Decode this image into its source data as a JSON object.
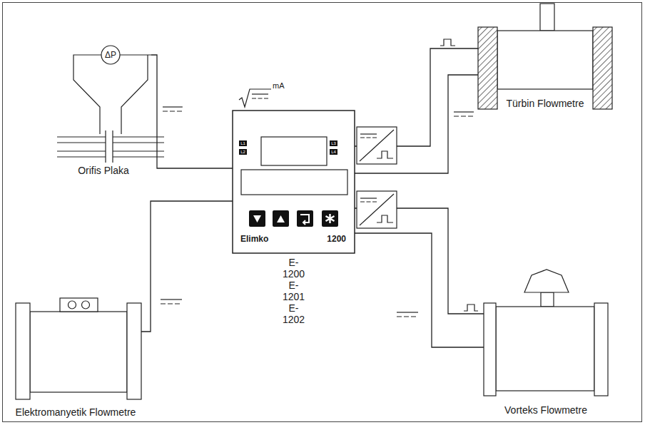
{
  "diagram": {
    "nodes": [
      {
        "text": [
          "Orifis Plaka"
        ]
      },
      {
        "text": [
          "Türbin Flowmetre"
        ]
      },
      {
        "text": [
          "Elimko",
          "1200",
          "E-1200 E-1201 E-1202"
        ]
      },
      {
        "text": [
          "Elektromanyetik Flowmetre"
        ]
      },
      {
        "text": [
          "Vorteks Flowmetre"
        ]
      }
    ],
    "edges": [
      {
        "from": 0,
        "to": 2,
        "arrow": "none"
      },
      {
        "from": 1,
        "to": 2,
        "arrow": "none"
      },
      {
        "from": 1,
        "to": 2,
        "arrow": "none"
      },
      {
        "from": 3,
        "to": 2,
        "arrow": "none"
      },
      {
        "from": 4,
        "to": 2,
        "arrow": "none"
      },
      {
        "from": 4,
        "to": 2,
        "arrow": "none"
      }
    ],
    "labels": [
      "ΔP",
      "mA",
      "L1",
      "L2",
      "L3",
      "L4"
    ]
  }
}
